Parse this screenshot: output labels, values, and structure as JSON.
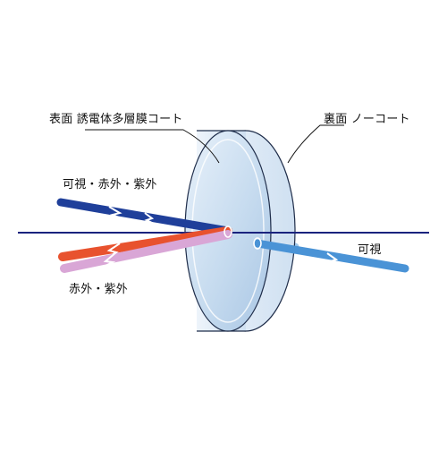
{
  "labels": {
    "front_surface": "表面 誘電体多層膜コート",
    "back_surface": "裏面 ノーコート",
    "incoming": "可視・赤外・紫外",
    "reflected": "赤外・紫外",
    "transmitted": "可視"
  },
  "colors": {
    "visible_in": "#1f3f9a",
    "visible_out": "#4a93d6",
    "infrared": "#e8522e",
    "ultraviolet": "#d9a6d6",
    "axis": "#1a237e",
    "lens_fill": "#c7dcef",
    "lens_edge": "#e3edf7"
  }
}
